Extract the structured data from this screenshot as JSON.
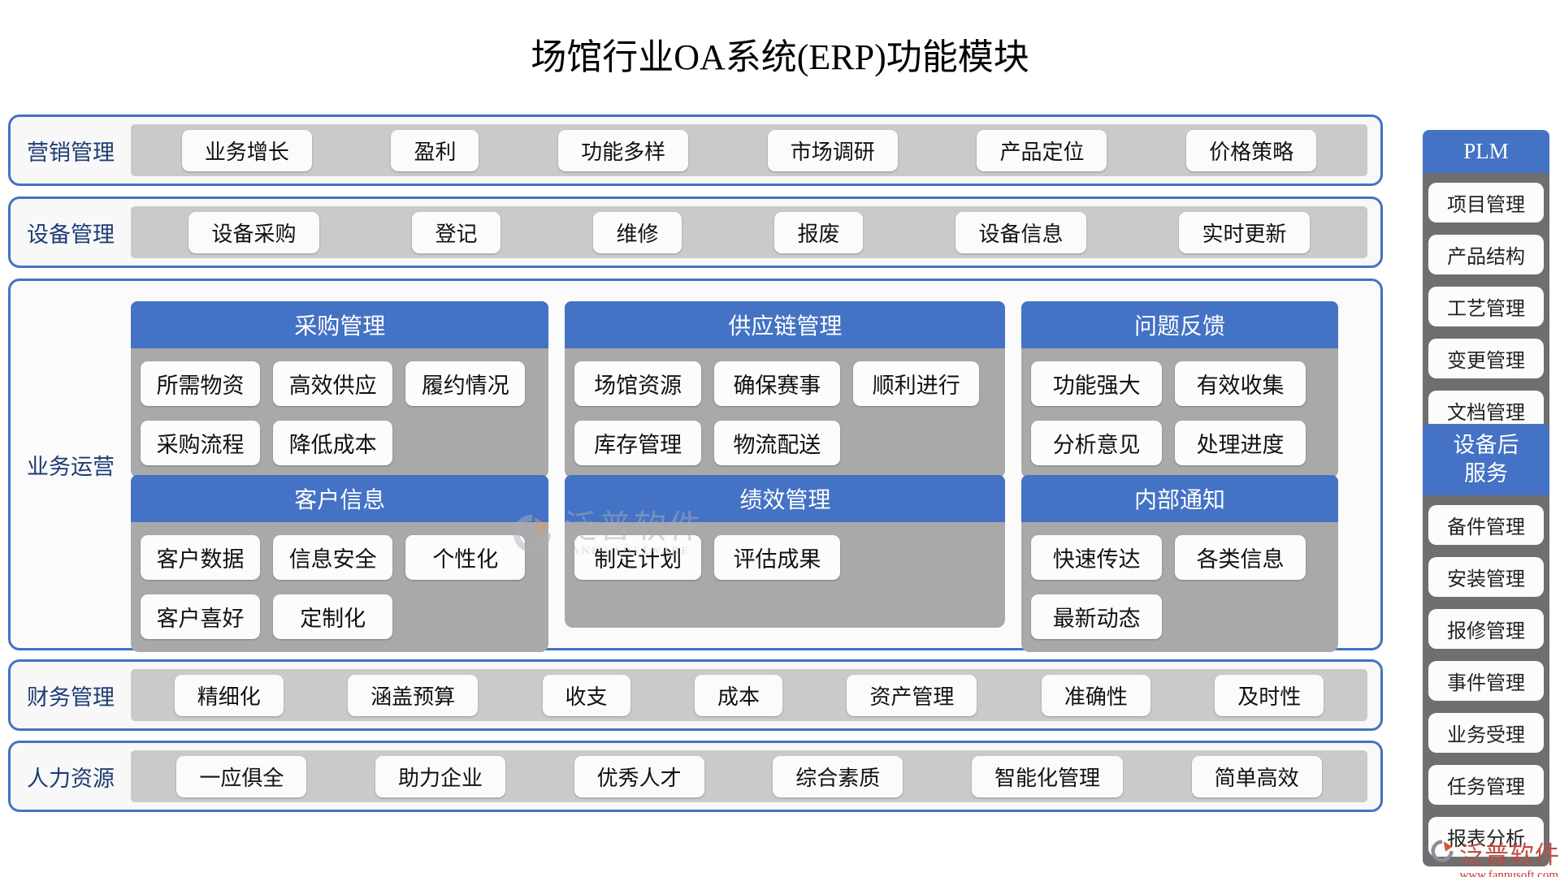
{
  "title": "场馆行业OA系统(ERP)功能模块",
  "rows": [
    {
      "label": "营销管理",
      "items": [
        "业务增长",
        "盈利",
        "功能多样",
        "市场调研",
        "产品定位",
        "价格策略"
      ]
    },
    {
      "label": "设备管理",
      "items": [
        "设备采购",
        "登记",
        "维修",
        "报废",
        "设备信息",
        "实时更新"
      ]
    },
    {
      "label": "财务管理",
      "items": [
        "精细化",
        "涵盖预算",
        "收支",
        "成本",
        "资产管理",
        "准确性",
        "及时性"
      ]
    },
    {
      "label": "人力资源",
      "items": [
        "一应俱全",
        "助力企业",
        "优秀人才",
        "综合素质",
        "智能化管理",
        "简单高效"
      ]
    }
  ],
  "operations": {
    "label": "业务运营",
    "groups": [
      {
        "title": "采购管理",
        "items": [
          "所需物资",
          "高效供应",
          "履约情况",
          "采购流程",
          "降低成本"
        ]
      },
      {
        "title": "供应链管理",
        "items": [
          "场馆资源",
          "确保赛事",
          "顺利进行",
          "库存管理",
          "物流配送"
        ]
      },
      {
        "title": "问题反馈",
        "items": [
          "功能强大",
          "有效收集",
          "分析意见",
          "处理进度"
        ]
      },
      {
        "title": "客户信息",
        "items": [
          "客户数据",
          "信息安全",
          "个性化",
          "客户喜好",
          "定制化"
        ]
      },
      {
        "title": "绩效管理",
        "items": [
          "制定计划",
          "评估成果"
        ]
      },
      {
        "title": "内部通知",
        "items": [
          "快速传达",
          "各类信息",
          "最新动态"
        ]
      }
    ]
  },
  "side_panels": [
    {
      "title": "PLM",
      "items": [
        "项目管理",
        "产品结构",
        "工艺管理",
        "变更管理",
        "文档管理"
      ]
    },
    {
      "title": "设备后\n服务",
      "items": [
        "备件管理",
        "安装管理",
        "报修管理",
        "事件管理",
        "业务受理",
        "任务管理",
        "报表分析"
      ]
    }
  ],
  "watermark": {
    "name": "泛普软件",
    "subtext": "FANPU SOFTWARE"
  },
  "footer_logo": {
    "name": "泛普软件",
    "url": "www.fanpusoft.com"
  },
  "colors": {
    "accent_blue": "#4472C4",
    "band_gray": "#CACACA",
    "group_gray": "#A9A9A9",
    "panel_gray": "#6F6F6F",
    "label_navy": "#1F3B73",
    "logo_red": "#C0392B"
  }
}
